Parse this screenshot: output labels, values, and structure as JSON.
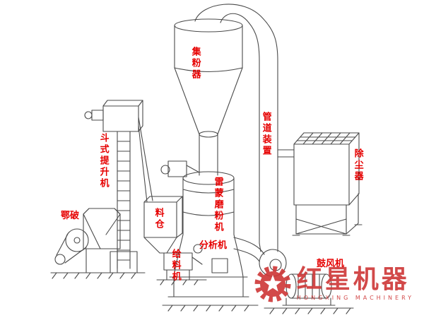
{
  "diagram": {
    "type": "grinding-plant-equipment-diagram",
    "labels": {
      "powder_collector": "集粉器",
      "pipe_device": "管道装置",
      "dust_collector": "除尘器",
      "bucket_elevator": "斗式提升机",
      "jaw_crusher": "鄂破",
      "hopper": "料仓",
      "raymond_mill": "雷蒙磨粉机",
      "analyzer": "分析机",
      "feeder": "给料机",
      "blower": "鼓风机"
    },
    "watermark": {
      "brand": "红星机器",
      "subtext": "HONGXING MACHINERY"
    },
    "colors": {
      "label_red": "#e60000",
      "line_gray": "#4a4a4a",
      "watermark_red": "#cf3a3a",
      "background": "#ffffff"
    }
  }
}
